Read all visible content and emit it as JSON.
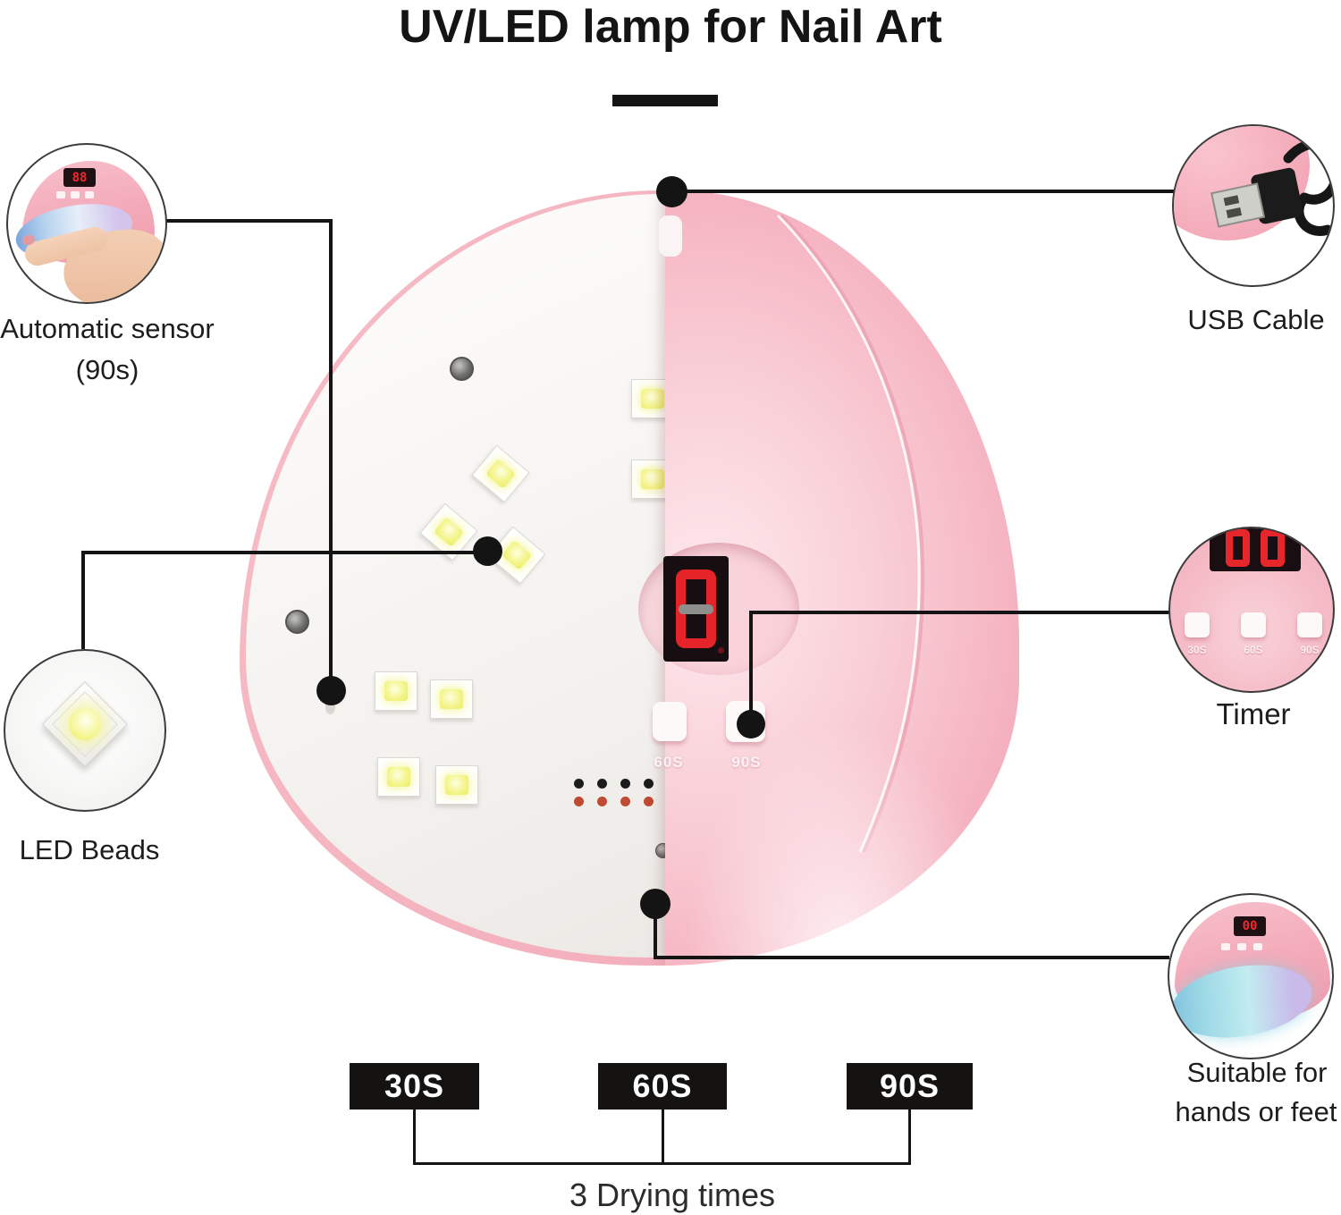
{
  "title": "UV/LED lamp for Nail Art",
  "callouts": {
    "automatic_sensor": {
      "label_line1": "Automatic sensor",
      "label_line2": "(90s)",
      "display_value": "88"
    },
    "led_beads": {
      "label": "LED Beads"
    },
    "usb_cable": {
      "label": "USB Cable"
    },
    "timer": {
      "label": "Timer",
      "display_value": "00",
      "buttons": [
        "30S",
        "60S",
        "90S"
      ]
    },
    "suitable": {
      "label_line1": "Suitable for",
      "label_line2": "hands or feet",
      "display_value": "00"
    }
  },
  "lamp": {
    "display_value": "0",
    "button_labels": [
      "60S",
      "90S"
    ]
  },
  "drying": {
    "buttons": [
      "30S",
      "60S",
      "90S"
    ],
    "caption": "3 Drying times"
  },
  "colors": {
    "pink_body": "#f6bac6",
    "pink_rim": "#ef9cac",
    "white_body": "#f4f2ef",
    "display_red": "#e5242a",
    "display_bg": "#170e11",
    "led_yellow": "#f4f58d",
    "indicator_red": "#bf4a33",
    "line_black": "#141414",
    "glow_blue": "#b9d4ef",
    "glow_teal": "#9fd9e6"
  }
}
